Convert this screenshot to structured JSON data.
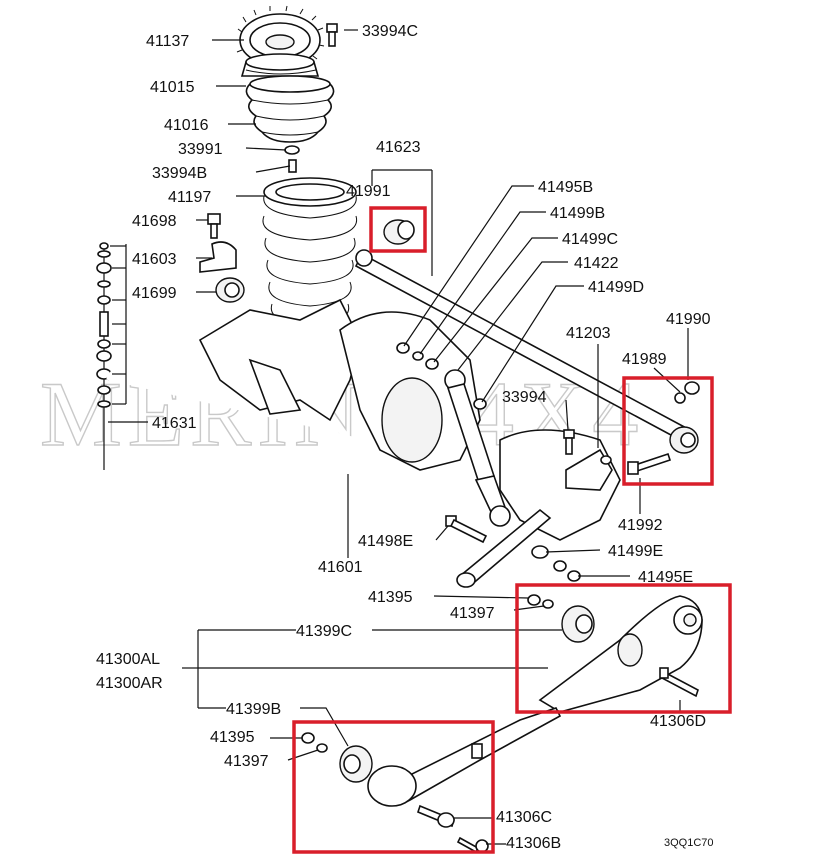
{
  "watermark": "MERINO 4X4",
  "drawing_code": "3QQ1C70",
  "labels": {
    "p41137": "41137",
    "p33994C": "33994C",
    "p41015": "41015",
    "p41016": "41016",
    "p33991": "33991",
    "p33994B": "33994B",
    "p41197": "41197",
    "p41698": "41698",
    "p41603": "41603",
    "p41699": "41699",
    "p41631": "41631",
    "p41623": "41623",
    "p41991": "41991",
    "p41495B": "41495B",
    "p41499B": "41499B",
    "p41499C": "41499C",
    "p41422": "41422",
    "p41499D": "41499D",
    "p41203": "41203",
    "p41990": "41990",
    "p41989": "41989",
    "p33994": "33994",
    "p41992": "41992",
    "p41498E": "41498E",
    "p41601": "41601",
    "p41499E": "41499E",
    "p41495E": "41495E",
    "p41395a": "41395",
    "p41397a": "41397",
    "p41399C": "41399C",
    "p41300AL": "41300AL",
    "p41300AR": "41300AR",
    "p41306D": "41306D",
    "p41399B": "41399B",
    "p41395b": "41395",
    "p41397b": "41397",
    "p41306C": "41306C",
    "p41306B": "41306B"
  },
  "highlight_color": "#d91e2a"
}
